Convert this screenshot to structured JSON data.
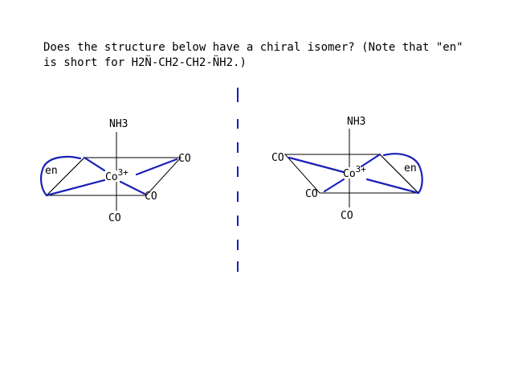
{
  "question": {
    "line1": "Does the structure below have a chiral isomer? (Note that \"en\"",
    "line2_prefix": "is short for ",
    "line2_formula": "H2N̈-CH2-CH2-N̈H2.)"
  },
  "left_molecule": {
    "top_ligand": "NH3",
    "metal": "Co",
    "charge": "3+",
    "ligand_right": "CO",
    "ligand_front": "CO",
    "ligand_bottom": "CO",
    "bidentate": "en"
  },
  "right_molecule": {
    "top_ligand": "NH3",
    "metal": "Co",
    "charge": "3+",
    "ligand_left": "CO",
    "ligand_front": "CO",
    "ligand_bottom": "CO",
    "bidentate": "en"
  },
  "colors": {
    "bond_highlight": "#1a1fb8",
    "mirror": "#1a1fb8",
    "line": "#000000"
  }
}
